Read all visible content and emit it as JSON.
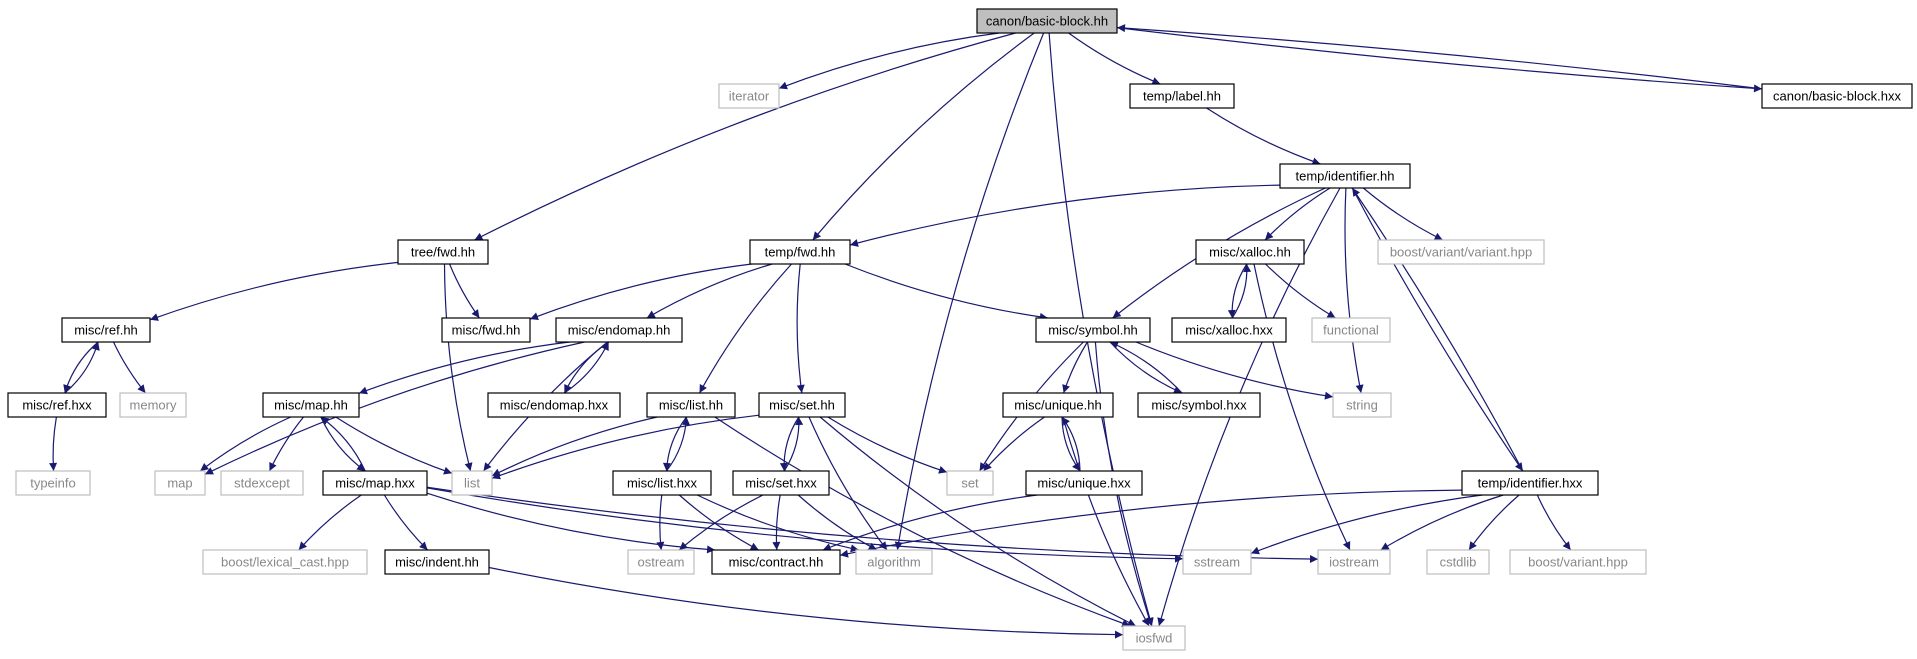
{
  "colors": {
    "edge": "#191970",
    "internal_border": "#000000",
    "external_border": "#bfbfbf",
    "root_fill": "#bfbfbf",
    "node_fill": "#ffffff",
    "external_text": "#888888"
  },
  "nodes": [
    {
      "id": "basic_block_hh",
      "label": "canon/basic-block.hh",
      "kind": "root"
    },
    {
      "id": "iterator",
      "label": "iterator",
      "kind": "external"
    },
    {
      "id": "temp_label_hh",
      "label": "temp/label.hh",
      "kind": "internal"
    },
    {
      "id": "basic_block_hxx",
      "label": "canon/basic-block.hxx",
      "kind": "internal"
    },
    {
      "id": "temp_identifier_hh",
      "label": "temp/identifier.hh",
      "kind": "internal"
    },
    {
      "id": "tree_fwd_hh",
      "label": "tree/fwd.hh",
      "kind": "internal"
    },
    {
      "id": "temp_fwd_hh",
      "label": "temp/fwd.hh",
      "kind": "internal"
    },
    {
      "id": "misc_xalloc_hh",
      "label": "misc/xalloc.hh",
      "kind": "internal"
    },
    {
      "id": "boost_variant_variant",
      "label": "boost/variant/variant.hpp",
      "kind": "external"
    },
    {
      "id": "misc_ref_hh",
      "label": "misc/ref.hh",
      "kind": "internal"
    },
    {
      "id": "misc_fwd_hh",
      "label": "misc/fwd.hh",
      "kind": "internal"
    },
    {
      "id": "misc_endomap_hh",
      "label": "misc/endomap.hh",
      "kind": "internal"
    },
    {
      "id": "misc_symbol_hh",
      "label": "misc/symbol.hh",
      "kind": "internal"
    },
    {
      "id": "misc_xalloc_hxx",
      "label": "misc/xalloc.hxx",
      "kind": "internal"
    },
    {
      "id": "functional",
      "label": "functional",
      "kind": "external"
    },
    {
      "id": "misc_ref_hxx",
      "label": "misc/ref.hxx",
      "kind": "internal"
    },
    {
      "id": "memory",
      "label": "memory",
      "kind": "external"
    },
    {
      "id": "misc_map_hh",
      "label": "misc/map.hh",
      "kind": "internal"
    },
    {
      "id": "misc_endomap_hxx",
      "label": "misc/endomap.hxx",
      "kind": "internal"
    },
    {
      "id": "misc_list_hh",
      "label": "misc/list.hh",
      "kind": "internal"
    },
    {
      "id": "misc_set_hh",
      "label": "misc/set.hh",
      "kind": "internal"
    },
    {
      "id": "misc_unique_hh",
      "label": "misc/unique.hh",
      "kind": "internal"
    },
    {
      "id": "misc_symbol_hxx",
      "label": "misc/symbol.hxx",
      "kind": "internal"
    },
    {
      "id": "string",
      "label": "string",
      "kind": "external"
    },
    {
      "id": "typeinfo",
      "label": "typeinfo",
      "kind": "external"
    },
    {
      "id": "map",
      "label": "map",
      "kind": "external"
    },
    {
      "id": "stdexcept",
      "label": "stdexcept",
      "kind": "external"
    },
    {
      "id": "list",
      "label": "list",
      "kind": "external"
    },
    {
      "id": "misc_map_hxx",
      "label": "misc/map.hxx",
      "kind": "internal"
    },
    {
      "id": "misc_list_hxx",
      "label": "misc/list.hxx",
      "kind": "internal"
    },
    {
      "id": "misc_set_hxx",
      "label": "misc/set.hxx",
      "kind": "internal"
    },
    {
      "id": "set",
      "label": "set",
      "kind": "external"
    },
    {
      "id": "misc_unique_hxx",
      "label": "misc/unique.hxx",
      "kind": "internal"
    },
    {
      "id": "temp_identifier_hxx",
      "label": "temp/identifier.hxx",
      "kind": "internal"
    },
    {
      "id": "boost_lexical_cast",
      "label": "boost/lexical_cast.hpp",
      "kind": "external"
    },
    {
      "id": "misc_indent_hh",
      "label": "misc/indent.hh",
      "kind": "internal"
    },
    {
      "id": "ostream",
      "label": "ostream",
      "kind": "external"
    },
    {
      "id": "misc_contract_hh",
      "label": "misc/contract.hh",
      "kind": "internal"
    },
    {
      "id": "algorithm",
      "label": "algorithm",
      "kind": "external"
    },
    {
      "id": "sstream",
      "label": "sstream",
      "kind": "external"
    },
    {
      "id": "iostream",
      "label": "iostream",
      "kind": "external"
    },
    {
      "id": "cstdlib",
      "label": "cstdlib",
      "kind": "external"
    },
    {
      "id": "boost_variant_hpp",
      "label": "boost/variant.hpp",
      "kind": "external"
    },
    {
      "id": "iosfwd",
      "label": "iosfwd",
      "kind": "external"
    }
  ],
  "edges": [
    [
      "basic_block_hh",
      "iterator"
    ],
    [
      "basic_block_hh",
      "tree_fwd_hh"
    ],
    [
      "basic_block_hh",
      "temp_fwd_hh"
    ],
    [
      "basic_block_hh",
      "algorithm"
    ],
    [
      "basic_block_hh",
      "temp_label_hh"
    ],
    [
      "basic_block_hh",
      "basic_block_hxx"
    ],
    [
      "basic_block_hh",
      "iosfwd"
    ],
    [
      "basic_block_hxx",
      "basic_block_hh"
    ],
    [
      "temp_label_hh",
      "temp_identifier_hh"
    ],
    [
      "temp_identifier_hh",
      "temp_fwd_hh"
    ],
    [
      "temp_identifier_hh",
      "misc_symbol_hh"
    ],
    [
      "temp_identifier_hh",
      "misc_xalloc_hh"
    ],
    [
      "temp_identifier_hh",
      "boost_variant_variant"
    ],
    [
      "temp_identifier_hh",
      "string"
    ],
    [
      "temp_identifier_hh",
      "temp_identifier_hxx"
    ],
    [
      "temp_identifier_hh",
      "iosfwd"
    ],
    [
      "temp_identifier_hxx",
      "temp_identifier_hh"
    ],
    [
      "tree_fwd_hh",
      "misc_ref_hh"
    ],
    [
      "tree_fwd_hh",
      "misc_fwd_hh"
    ],
    [
      "tree_fwd_hh",
      "list"
    ],
    [
      "temp_fwd_hh",
      "misc_fwd_hh"
    ],
    [
      "temp_fwd_hh",
      "misc_endomap_hh"
    ],
    [
      "temp_fwd_hh",
      "misc_list_hh"
    ],
    [
      "temp_fwd_hh",
      "misc_set_hh"
    ],
    [
      "temp_fwd_hh",
      "misc_symbol_hh"
    ],
    [
      "misc_ref_hh",
      "misc_ref_hxx"
    ],
    [
      "misc_ref_hh",
      "memory"
    ],
    [
      "misc_ref_hxx",
      "misc_ref_hh"
    ],
    [
      "misc_ref_hxx",
      "typeinfo"
    ],
    [
      "misc_endomap_hh",
      "misc_map_hh"
    ],
    [
      "misc_endomap_hh",
      "misc_endomap_hxx"
    ],
    [
      "misc_endomap_hh",
      "list"
    ],
    [
      "misc_endomap_hh",
      "map"
    ],
    [
      "misc_endomap_hxx",
      "misc_endomap_hh"
    ],
    [
      "misc_map_hh",
      "map"
    ],
    [
      "misc_map_hh",
      "stdexcept"
    ],
    [
      "misc_map_hh",
      "list"
    ],
    [
      "misc_map_hh",
      "misc_map_hxx"
    ],
    [
      "misc_map_hxx",
      "misc_map_hh"
    ],
    [
      "misc_map_hxx",
      "boost_lexical_cast"
    ],
    [
      "misc_map_hxx",
      "misc_indent_hh"
    ],
    [
      "misc_map_hxx",
      "misc_contract_hh"
    ],
    [
      "misc_map_hxx",
      "sstream"
    ],
    [
      "misc_map_hxx",
      "iostream"
    ],
    [
      "misc_indent_hh",
      "iosfwd"
    ],
    [
      "misc_list_hh",
      "list"
    ],
    [
      "misc_list_hh",
      "misc_list_hxx"
    ],
    [
      "misc_list_hh",
      "iosfwd"
    ],
    [
      "misc_list_hxx",
      "misc_list_hh"
    ],
    [
      "misc_list_hxx",
      "ostream"
    ],
    [
      "misc_list_hxx",
      "misc_contract_hh"
    ],
    [
      "misc_list_hxx",
      "algorithm"
    ],
    [
      "misc_set_hh",
      "list"
    ],
    [
      "misc_set_hh",
      "set"
    ],
    [
      "misc_set_hh",
      "misc_set_hxx"
    ],
    [
      "misc_set_hh",
      "algorithm"
    ],
    [
      "misc_set_hh",
      "iosfwd"
    ],
    [
      "misc_set_hxx",
      "misc_set_hh"
    ],
    [
      "misc_set_hxx",
      "ostream"
    ],
    [
      "misc_set_hxx",
      "misc_contract_hh"
    ],
    [
      "misc_set_hxx",
      "algorithm"
    ],
    [
      "misc_symbol_hh",
      "set"
    ],
    [
      "misc_symbol_hh",
      "misc_unique_hh"
    ],
    [
      "misc_symbol_hh",
      "misc_symbol_hxx"
    ],
    [
      "misc_symbol_hh",
      "string"
    ],
    [
      "misc_symbol_hh",
      "iosfwd"
    ],
    [
      "misc_symbol_hxx",
      "misc_symbol_hh"
    ],
    [
      "misc_unique_hh",
      "set"
    ],
    [
      "misc_unique_hh",
      "misc_unique_hxx"
    ],
    [
      "misc_unique_hh",
      "iosfwd"
    ],
    [
      "misc_unique_hxx",
      "misc_unique_hh"
    ],
    [
      "misc_unique_hxx",
      "misc_contract_hh"
    ],
    [
      "misc_xalloc_hh",
      "misc_xalloc_hxx"
    ],
    [
      "misc_xalloc_hh",
      "functional"
    ],
    [
      "misc_xalloc_hh",
      "iostream"
    ],
    [
      "misc_xalloc_hxx",
      "misc_xalloc_hh"
    ],
    [
      "temp_identifier_hxx",
      "misc_contract_hh"
    ],
    [
      "temp_identifier_hxx",
      "sstream"
    ],
    [
      "temp_identifier_hxx",
      "iostream"
    ],
    [
      "temp_identifier_hxx",
      "cstdlib"
    ],
    [
      "temp_identifier_hxx",
      "boost_variant_hpp"
    ]
  ]
}
